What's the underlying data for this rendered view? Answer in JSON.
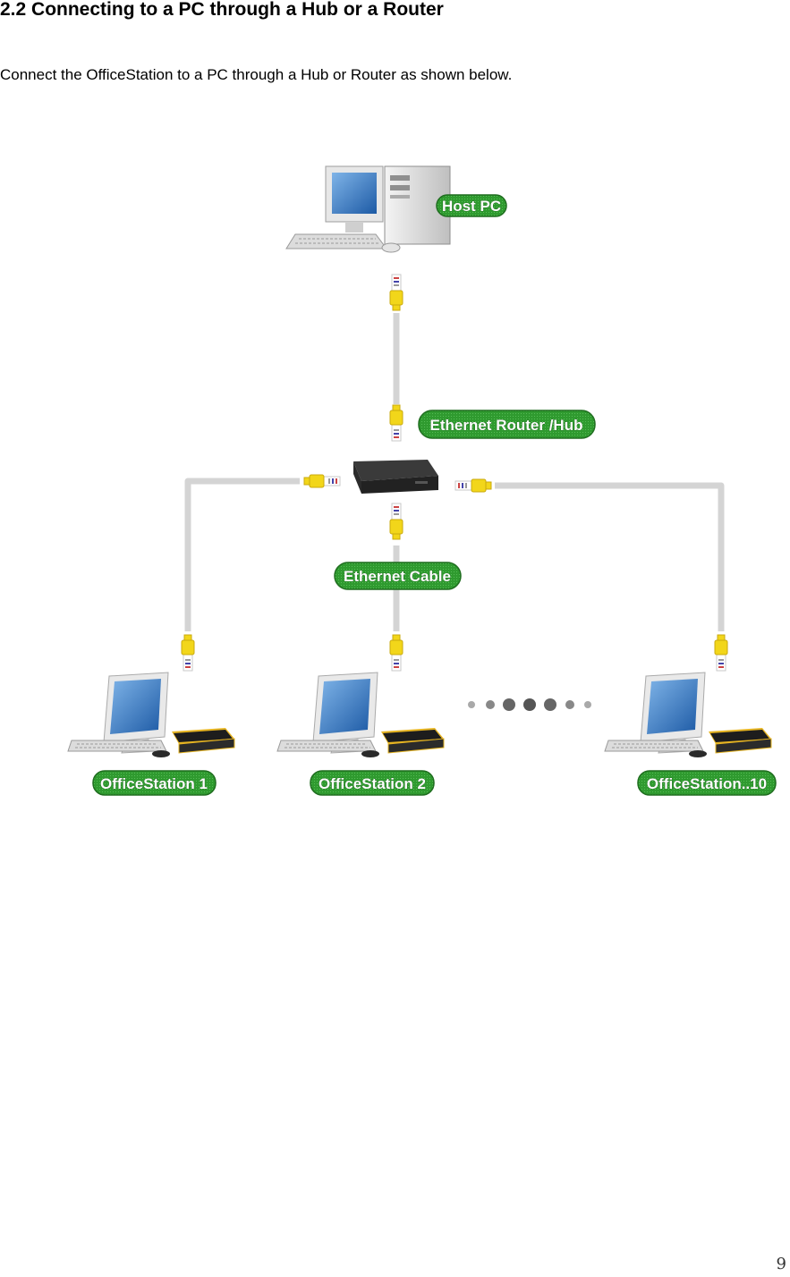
{
  "section": {
    "heading": "2.2 Connecting to a PC through a Hub or a Router",
    "intro": "Connect the OfficeStation to a PC through a Hub or Router as shown below."
  },
  "diagram": {
    "labels": {
      "host_pc": "Host PC",
      "router_hub": "Ethernet Router /Hub",
      "cable": "Ethernet Cable",
      "station_1": "OfficeStation 1",
      "station_2": "OfficeStation 2",
      "station_10": "OfficeStation..10"
    },
    "colors": {
      "pill_fill": "#2f9a2f",
      "pill_border": "#1f6d1f",
      "connector": "#f2d61a",
      "cable": "#d4d4d4",
      "monitor_screen": "#2e6fb6",
      "station_box_accent": "#e6b422"
    },
    "icons": [
      "desktop-pc-icon",
      "router-icon",
      "rj45-connector-icon",
      "monitor-icon",
      "station-box-icon"
    ]
  },
  "footer": {
    "page_number": "9"
  }
}
